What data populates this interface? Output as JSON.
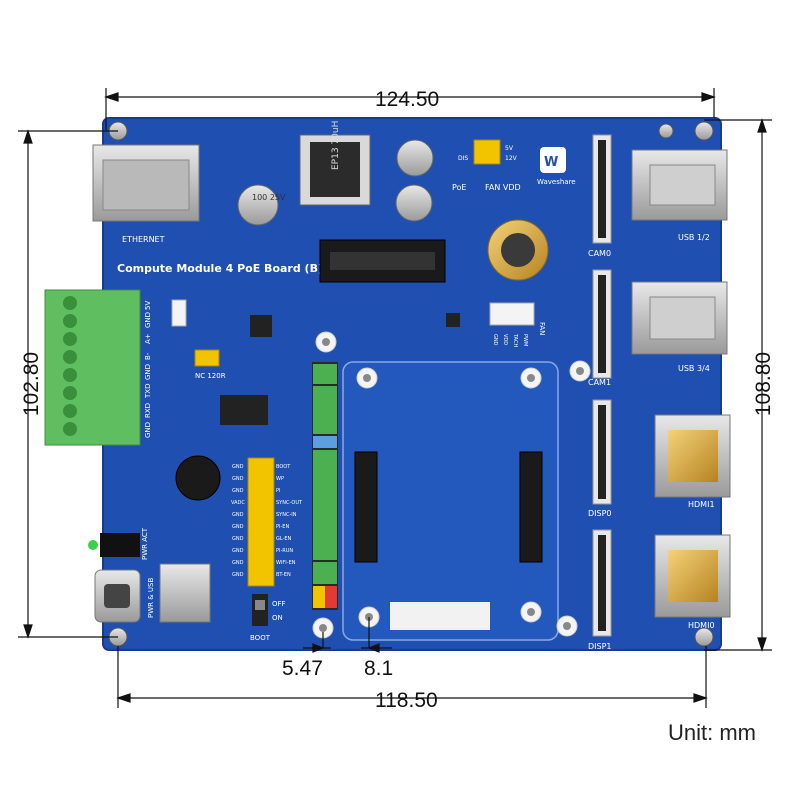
{
  "dimensions": {
    "top_width": "124.50",
    "bottom_width": "118.50",
    "left_height": "102.80",
    "right_height": "108.80",
    "hole_offset": "5.47",
    "hole_spacing": "8.1",
    "unit": "Unit: mm"
  },
  "board": {
    "title": "Compute Module 4 PoE Board (B)",
    "brand": "Waveshare",
    "transformer_label": "EP13 70uH",
    "cap_label": "100 25V",
    "labels": {
      "ethernet": "ETHERNET",
      "usb12": "USB 1/2",
      "usb34": "USB 3/4",
      "hdmi1": "HDMI1",
      "hdmi0": "HDMI0",
      "cam0": "CAM0",
      "cam1": "CAM1",
      "disp0": "DISP0",
      "disp1": "DISP1",
      "poe": "PoE",
      "fan_vdd": "FAN VDD",
      "nc120r": "NC 120R",
      "pwr_usb": "PWR & USB",
      "pwr_act": "PWR ACT",
      "boot": "BOOT",
      "off": "OFF",
      "on": "ON",
      "fan": "FAN",
      "v5": "5V",
      "v12": "12V",
      "dis": "DIS"
    },
    "terminal_labels": [
      "GND",
      "RXD",
      "TXD",
      "GND",
      "B-",
      "A+",
      "GND",
      "5V"
    ],
    "fan_pins": [
      "GND",
      "VDD",
      "TACH",
      "PWM"
    ],
    "header_left": [
      "GND",
      "GND",
      "GND",
      "VADC",
      "GND",
      "GND",
      "GND",
      "GND",
      "GND",
      "GND"
    ],
    "header_right": [
      "BOOT",
      "WP",
      "PI",
      "SYNC-OUT",
      "SYNC-IN",
      "PI-EN",
      "GL-EN",
      "PI-RUN",
      "WIFI-EN",
      "BT-EN"
    ]
  },
  "colors": {
    "pcb": "#1f4fb0",
    "pcb_edge": "#17409a",
    "terminal": "#5fbf60",
    "gold": "#d9a83a"
  }
}
